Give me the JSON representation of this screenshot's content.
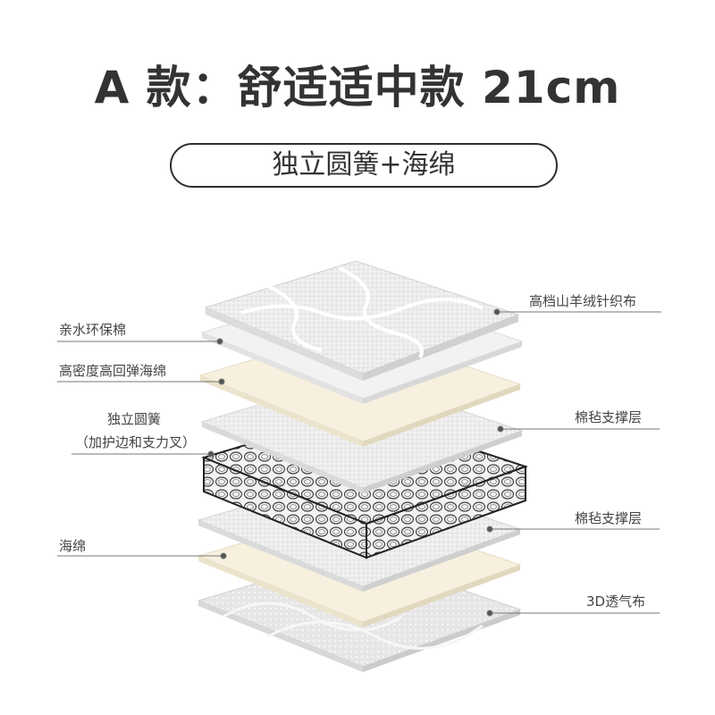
{
  "title": "A 款：舒适适中款 21cm",
  "subtitle": "独立圆簧+海绵",
  "layers": {
    "top_fabric": "高档山羊绒针织布",
    "eco_cotton": "亲水环保棉",
    "hd_foam": "高密度高回弹海绵",
    "spring_line1": "独立圆簧",
    "spring_line2": "（加护边和支力叉）",
    "felt_upper": "棉毡支撑层",
    "felt_lower": "棉毡支撑层",
    "foam": "海绵",
    "air_fabric": "3D透气布"
  },
  "colors": {
    "text": "#333333",
    "leader_line": "#777777",
    "foam_color": "#f7f0df",
    "fabric_color": "#ededed"
  }
}
